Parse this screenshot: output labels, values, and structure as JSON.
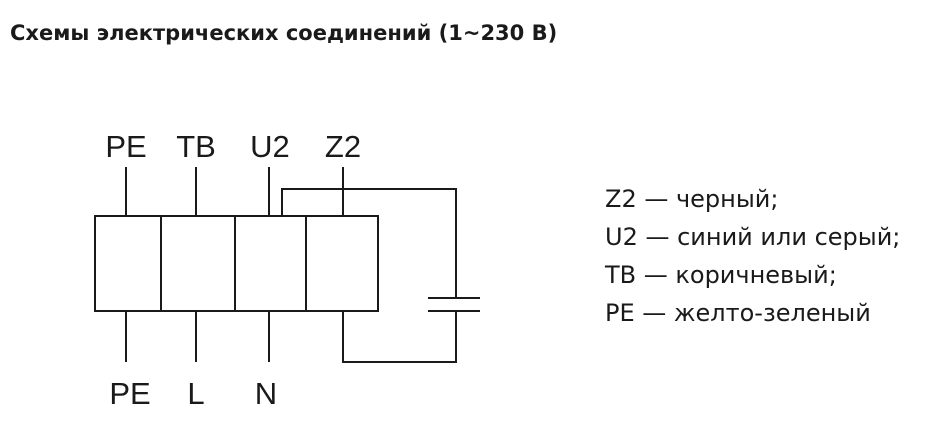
{
  "title": "Схемы электрических соединений (1~230 В)",
  "terminals_top": [
    "PE",
    "TB",
    "U2",
    "Z2"
  ],
  "terminals_bottom": [
    "PE",
    "L",
    "N"
  ],
  "legend": [
    "Z2 — черный;",
    "U2 — синий или серый;",
    "TB — коричневый;",
    "PE — желто-зеленый"
  ]
}
